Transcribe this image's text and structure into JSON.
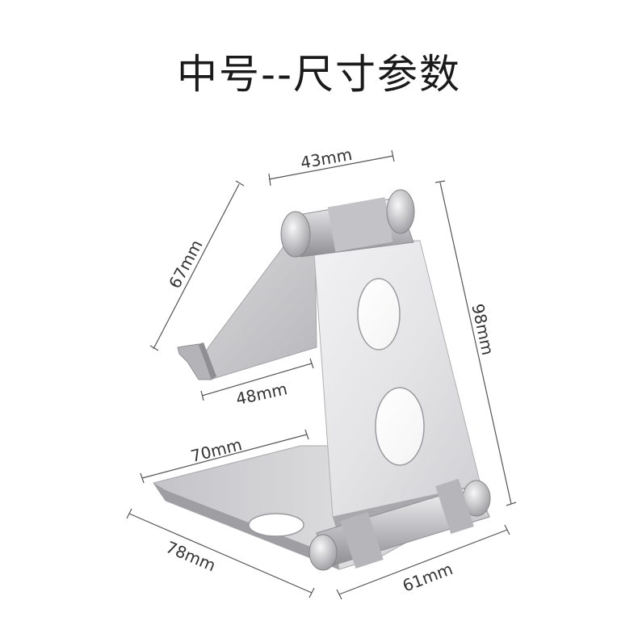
{
  "title": "中号--尺寸参数",
  "dimensions": {
    "top_width": "43mm",
    "back_height": "67mm",
    "total_height": "98mm",
    "inner_width": "48mm",
    "base_depth": "70mm",
    "base_length": "78mm",
    "base_width": "61mm"
  },
  "colors": {
    "aluminum_light": "#e8e8ea",
    "aluminum_mid": "#c9c9cc",
    "aluminum_dark": "#a3a3a7",
    "background": "#ffffff"
  }
}
